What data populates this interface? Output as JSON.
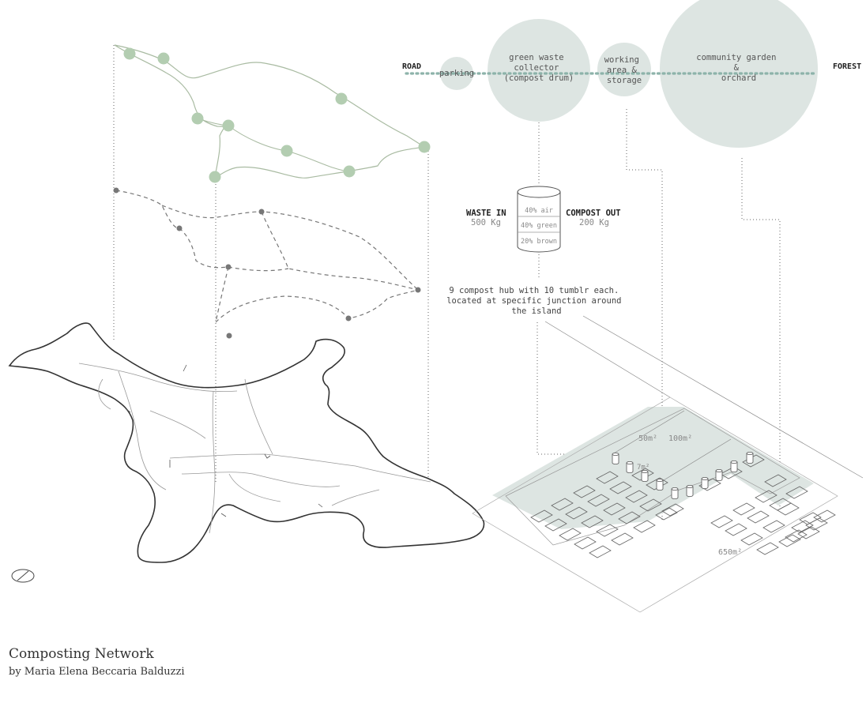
{
  "flow": {
    "road": "ROAD",
    "forest": "FOREST",
    "parking": "parking",
    "collector": [
      "green waste",
      "collector",
      "(compost drum)"
    ],
    "working": [
      "working",
      "area &",
      "storage"
    ],
    "garden": [
      "community garden",
      "&",
      "orchard"
    ]
  },
  "drum": {
    "waste_in": "WASTE IN",
    "waste_in_amount": "500 Kg",
    "compost_out": "COMPOST OUT",
    "compost_out_amount": "200 Kg",
    "layers": [
      "40% air",
      "40% green",
      "20% brown"
    ]
  },
  "hub_note": [
    "9 compost hub with 10 tumblr each.",
    "located at specific junction around",
    "the island"
  ],
  "areas": {
    "a50": "50m²",
    "a100": "100m²",
    "a7": "7m²",
    "a650": "650m²"
  },
  "colors": {
    "circle_fill": "#dde5e2",
    "node_green": "#b3cdb1",
    "route_line": "#a9bba2",
    "node_grey": "#777777",
    "dotted_teal": "#8db3aa"
  },
  "caption": {
    "title": "Composting Network",
    "subtitle": "by Maria Elena Beccaria Balduzzi"
  }
}
